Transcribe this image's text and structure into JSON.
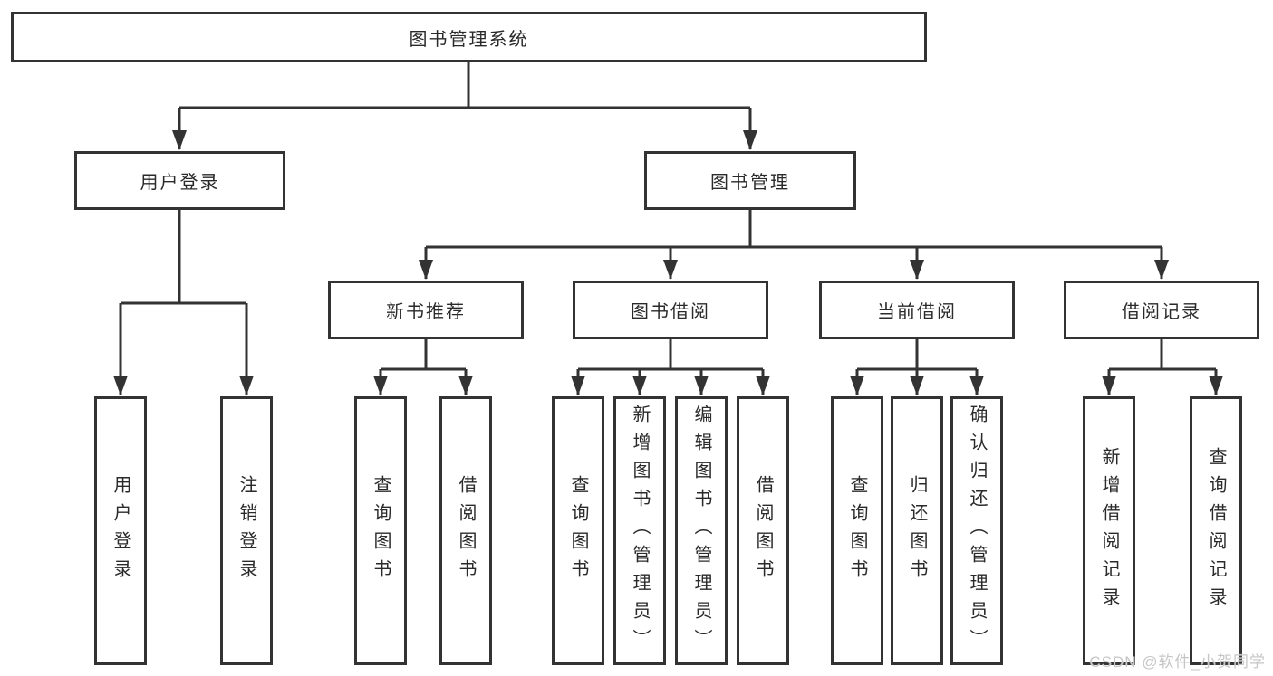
{
  "diagram": {
    "root": {
      "label": "图书管理系统"
    },
    "branches": [
      {
        "label": "用户登录",
        "children": [
          {
            "label": "用户登录"
          },
          {
            "label": "注销登录"
          }
        ]
      },
      {
        "label": "图书管理",
        "children": [
          {
            "label": "新书推荐",
            "children": [
              {
                "label": "查询图书"
              },
              {
                "label": "借阅图书"
              }
            ]
          },
          {
            "label": "图书借阅",
            "children": [
              {
                "label": "查询图书"
              },
              {
                "label": "新增图书（管理员）"
              },
              {
                "label": "编辑图书（管理员）"
              },
              {
                "label": "借阅图书"
              }
            ]
          },
          {
            "label": "当前借阅",
            "children": [
              {
                "label": "查询图书"
              },
              {
                "label": "归还图书"
              },
              {
                "label": "确认归还（管理员）"
              }
            ]
          },
          {
            "label": "借阅记录",
            "children": [
              {
                "label": "新增借阅记录"
              },
              {
                "label": "查询借阅记录"
              }
            ]
          }
        ]
      }
    ]
  },
  "watermark": {
    "text": "CSDN @软件_小贺同学"
  },
  "colors": {
    "line": "#333333",
    "box_border": "#333333",
    "box_background": "#ffffff",
    "text": "#2a2a2a",
    "watermark": "#c6c6c6"
  }
}
